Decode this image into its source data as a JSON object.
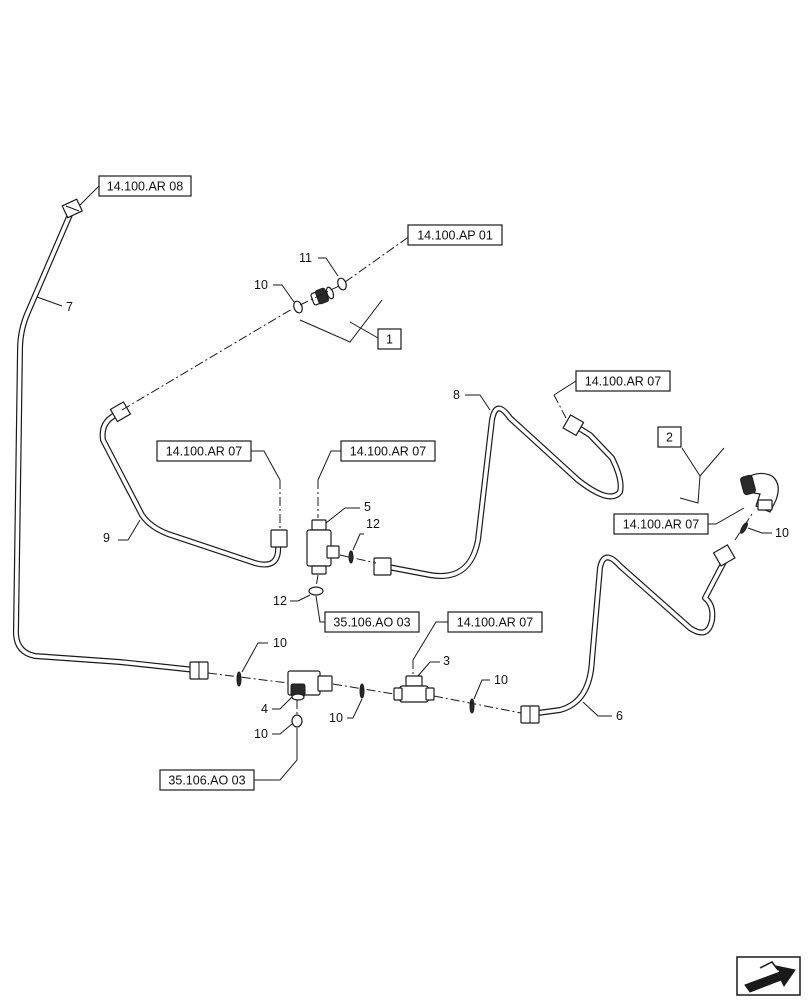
{
  "reference_labels": {
    "ref_ar08": "14.100.AR 08",
    "ref_ap01": "14.100.AP 01",
    "ref_ar07_top": "14.100.AR 07",
    "ref_ar07_left": "14.100.AR 07",
    "ref_ar07_mid": "14.100.AR 07",
    "ref_ar07_right": "14.100.AR 07",
    "ref_ar07_bottom": "14.100.AR 07",
    "ref_ao03_mid": "35.106.AO 03",
    "ref_ao03_bottom": "35.106.AO 03"
  },
  "kit_labels": {
    "kit1": "1",
    "kit2": "2"
  },
  "callouts": {
    "c3": "3",
    "c4": "4",
    "c5": "5",
    "c6": "6",
    "c7": "7",
    "c8": "8",
    "c9": "9",
    "c10_a": "10",
    "c10_b": "10",
    "c10_c": "10",
    "c10_d": "10",
    "c10_e": "10",
    "c10_f": "10",
    "c11": "11",
    "c12_a": "12",
    "c12_b": "12"
  },
  "icons": {
    "nav": "arrow-page-icon"
  }
}
